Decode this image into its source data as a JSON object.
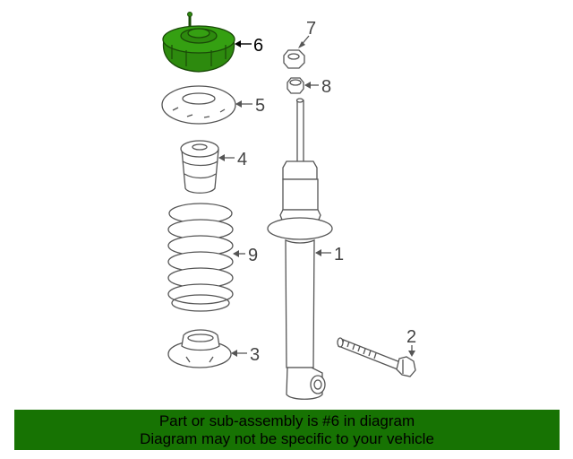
{
  "callouts": {
    "c1": "1",
    "c2": "2",
    "c3": "3",
    "c4": "4",
    "c5": "5",
    "c6": "6",
    "c7": "7",
    "c8": "8",
    "c9": "9"
  },
  "highlighted_part": "6",
  "colors": {
    "highlight": "#2d8a0e",
    "banner_background": "#177303",
    "line": "#555555"
  },
  "banner": {
    "line1": "Part or sub-assembly is #6 in diagram",
    "line2": "Diagram may not be specific to your vehicle"
  }
}
